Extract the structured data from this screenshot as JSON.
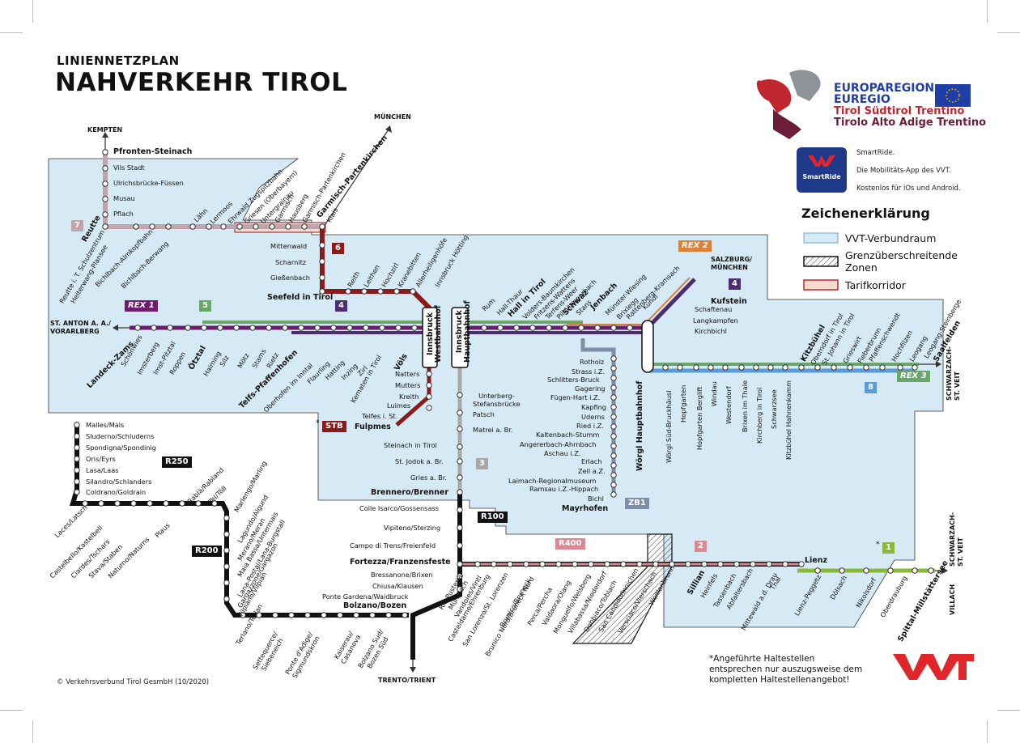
{
  "header": {
    "subtitle": "LINIENNETZPLAN",
    "title": "NAHVERKEHR TIROL"
  },
  "euregio": {
    "line1": "EUROPAREGION",
    "line2": "EUREGIO",
    "line3": "Tirol Südtirol Trentino",
    "line4": "Tirolo Alto Adige Trentino"
  },
  "smartride": {
    "app_name": "SmartRide",
    "line1": "SmartRide.",
    "line2": "Die Mobilitäts-App des VVT.",
    "line3": "Kostenlos für iOs und Android."
  },
  "legend": {
    "title": "Zeichenerklärung",
    "items": [
      {
        "label": "VVT-Verbundraum",
        "color": "#d6eaf5"
      },
      {
        "label": "Grenzüberschreitende Zonen",
        "color": "#ffffff"
      },
      {
        "label": "Tarifkorridor",
        "color": "#f6d9cf"
      }
    ],
    "item2_line1": "Grenzüberschreitende",
    "item2_line2": "Zonen"
  },
  "colors": {
    "verbund": "#d6eaf5",
    "rex": "#6b1d6b",
    "s5": "#6aa66a",
    "s4": "#4b2d70",
    "s6": "#8b1a1a",
    "s7": "#bfa3ad",
    "s3": "#a7a7a7",
    "s1": "#8ab83a",
    "s2": "#d88a94",
    "s8": "#5b9bd5",
    "rex2": "#d9823b",
    "zb1": "#7d8fa6",
    "rail_black": "#111111"
  },
  "directions": {
    "kempten": "KEMPTEN",
    "muenchen": "MÜNCHEN",
    "salzburg": "SALZBURG/\nMÜNCHEN",
    "st_anton": "ST. ANTON A. A./\nVORARLBERG",
    "schwarzach_top": "SCHWARZACH-\nST. VEIT",
    "schwarzach_bottom": "SCHWARZACH-\nST. VEIT",
    "villach": "VILLACH",
    "trento": "TRENTO/TRIENT"
  },
  "lines": {
    "rex1": "REX 1",
    "s5": "5",
    "s4a": "4",
    "s4b": "4",
    "s6": "6",
    "s7": "7",
    "rex2": "REX 2",
    "s3": "3",
    "rex3": "REX 3",
    "s8": "8",
    "s2": "2",
    "s1": "1",
    "zb1": "ZB1",
    "stb": "STB",
    "r250": "R250",
    "r200": "R200",
    "r100": "R100",
    "r400": "R400",
    "asterisk_stb": "*",
    "asterisk_s1": "*"
  },
  "stations": {
    "pfronten": "Pfronten-Steinach",
    "vils": "Vils Stadt",
    "ulrichsbruecke": "Ulrichsbrücke-Füssen",
    "musau": "Musau",
    "pflach": "Pflach",
    "reutte": "Reutte",
    "reutte_schulz": "Reutte i. T. Schulzentrum",
    "heiterwang": "Heiterwang-Plansee",
    "bichlbach_alm": "Bichlbach-Almkopfbahn",
    "bichlbach_berwang": "Bichlbach-Berwang",
    "laehn": "Lähn",
    "lermoos": "Lermoos",
    "ehrwald": "Ehrwald Zugspitzbahn",
    "griesen": "Griesen (Oberbayern)",
    "untergrainau": "Untergrainau",
    "garmisch": "Garmisch",
    "hausberg": "Hausberg",
    "gp_kirchen": "Garmisch-Partenkirchen",
    "gp_main": "Garmisch-Partenkirchen",
    "klais": "Klais",
    "mittenwald": "Mittenwald",
    "scharnitz": "Scharnitz",
    "giessenbach": "Gießenbach",
    "seefeld": "Seefeld in Tirol",
    "reith": "Reith",
    "leithen": "Leithen",
    "hochzirl": "Hochzirl",
    "kranebitten": "Kranebitten",
    "allerheiligenhoefe": "Allerheiligenhöfe",
    "ibk_hoetting": "Innsbruck Hötting",
    "ibk_west": "Innsbruck\nWestbahnhof",
    "ibk_hbf": "Innsbruck\nHauptbahnhof",
    "landeck": "Landeck-Zams",
    "schoenwies": "Schönwies",
    "imsterberg": "Imsterberg",
    "imst": "Imst-Pitztal",
    "roppen": "Roppen",
    "oetztal": "Ötztal",
    "haiming": "Haiming",
    "silz": "Silz",
    "moetz": "Mötz",
    "stams": "Stams",
    "rietz": "Rietz",
    "telfs": "Telfs-Pfaffenhofen",
    "oberhofen": "Oberhofen im Inntal",
    "flaurling": "Flaurling",
    "hatting": "Hatting",
    "inzing": "Inzing",
    "zirl": "Zirl",
    "kematen": "Kematen in Tirol",
    "voels": "Völs",
    "natters": "Natters",
    "mutters": "Mutters",
    "kreith": "Kreith",
    "luimes": "Luimes",
    "telfes": "Telfes i. St.",
    "fulpmes": "Fulpmes",
    "unterberg": "Unterberg-\nStefansbrücke",
    "patsch": "Patsch",
    "matrei": "Matrei a. Br.",
    "steinach": "Steinach in Tirol",
    "st_jodok": "St. Jodok a. Br.",
    "gries": "Gries a. Br.",
    "brennero": "Brennero/Brenner",
    "rum": "Rum",
    "hall_thaur": "Hall-Thaur",
    "hall": "Hall in Tirol",
    "volders": "Volders-Baumkirchen",
    "fritzens": "Fritzens-Wattens",
    "terfens": "Terfens-Weer",
    "pill": "Pill-Vomperbach",
    "schwaz": "Schwaz",
    "stans": "Stans",
    "jenbach": "Jenbach",
    "muenster": "Münster-Wiesing",
    "brixlegg": "Brixlegg",
    "rattenberg": "Rattenberg-Kramsach",
    "kundl": "Kundl",
    "kufstein": "Kufstein",
    "schaftenau": "Schaftenau",
    "langkampfen": "Langkampfen",
    "kirchbichl": "Kirchbichl",
    "rotholz": "Rotholz",
    "strass": "Strass i.Z.",
    "schlitters": "Schlitters-Bruck",
    "gagering": "Gagering",
    "fuegen": "Fügen-Hart i.Z.",
    "kapfing": "Kapfing",
    "uderns": "Uderns",
    "ried": "Ried i.Z.",
    "kaltenbach": "Kaltenbach-Stumm",
    "angererbach": "Angererbach-Ahrnbach",
    "aschau": "Aschau i.Z.",
    "erlach": "Erlach",
    "zell": "Zell a.Z.",
    "laimach": "Laimach-Regionalmuseum",
    "ramsau": "Ramsau i.Z.-Hippach",
    "bichl": "Bichl",
    "mayrhofen": "Mayrhofen",
    "woergl": "Wörgl Hauptbahnhof",
    "woergl_sued": "Wörgl Süd-Bruckhäusl",
    "hopfgarten": "Hopfgarten",
    "hopfgarten_berglift": "Hopfgarten Berglift",
    "windau": "Windau",
    "westendorf": "Westendorf",
    "brixen": "Brixen im Thale",
    "kirchberg": "Kirchberg in Tirol",
    "schwarzsee": "Schwarzsee",
    "kitz_hahnenkamm": "Kitzbühel Hahnenkamm",
    "kitzbuehel": "Kitzbühel",
    "oberndorf": "Oberndorf in Tirol",
    "st_johann": "St. Johann in Tirol",
    "grieswirt": "Grieswirt",
    "fieberbrunn": "Fieberbrunn",
    "pfaffenschwendt": "Pfaffenschwendt",
    "hochfilzen": "Hochfilzen",
    "leogang": "Leogang",
    "leogang_steinberge": "Leogang-Steinberge",
    "saalfelden": "Saalfelden",
    "malles": "Malles/Mals",
    "sluderno": "Sluderno/Schluderns",
    "spondigna": "Spondigna/Spondinig",
    "oris": "Oris/Eyrs",
    "lasa": "Lasa/Laas",
    "silandro": "Silandro/Schlanders",
    "coldrano": "Coldrano/Goldrain",
    "laces": "Laces/Latsch",
    "castelbello": "Castelbello/Kastelbell",
    "ciardes": "Ciardes/Tschars",
    "stava": "Stava/Staben",
    "naturno": "Naturno/Naturns",
    "plaus": "Plaus",
    "rabla": "Rablà/Rabland",
    "tel": "Tel/Töll",
    "marlengo": "Marlengo/Marling",
    "lagundo": "Lagundo/Algund",
    "merano": "Merano/Meran",
    "maia_bassa": "Maia Bassa/Untermais",
    "lana": "Lana-Postal/Lana-Burgstall",
    "gargazzone": "Gargazzone/Gargazon",
    "vilpiano": "Vilpiano/Vilpian",
    "terlano": "Terlano/Terlan",
    "settequerce": "Settequerce/\nSiebeneich",
    "ponte_adige": "Ponte d'Adige/\nSigmundskron",
    "kaiserau": "Kaiserau/\nCasanova",
    "bolzano_sud": "Bolzano Sud/\nBozen Süd",
    "bolzano": "Bolzano/Bozen",
    "colle": "Colle Isarco/Gossensass",
    "vipiteno": "Vipiteno/Sterzing",
    "campo": "Campo di Trens/Freienfeld",
    "fortezza": "Fortezza/Franzensfeste",
    "bressanone": "Bressanone/Brixen",
    "chiusa": "Chiusa/Klausen",
    "ponte_gardena": "Ponte Gardena/Waidbruck",
    "rio_pusteria": "Rio Pusteria/\nMühlbach",
    "vandoies": "Vandoies/Vintl",
    "casteldarne": "Casteldarne/Ehrenburg",
    "san_lorenzo": "San Lorenzo/St. Lorenzen",
    "brunico": "Brunico/Bruneck",
    "brunico_nord": "Brunico Nord/Bruneck Nord",
    "perca": "Perca/Percha",
    "valdaora": "Valdaora/Olang",
    "monguelfo": "Monguelfo/Welsberg",
    "villabassa": "Villabassa/Niederdorf",
    "dobbiaco": "Dobbiaco/Toblach",
    "san_candido": "San Candido/Innichen",
    "versciaco": "Versciaco/Vierschach",
    "weitlanbrunn": "Weitlanbrunn",
    "sillian": "Sillian",
    "heinfels": "Heinfels",
    "tassenbach": "Tassenbach",
    "abfaltersbach": "Abfaltersbach",
    "mittewald": "Mittewald a.d. Drau",
    "thal": "Thal",
    "lienz": "Lienz",
    "lienz_peggetz": "Lienz-Peggetz",
    "doelsach": "Dölsach",
    "nikolsdorf": "Nikolsdorf",
    "oberdrauburg": "Oberdrauburg",
    "spittal": "Spittal-Millstättersee"
  },
  "footnote": {
    "line1": "*Angeführte Haltestellen",
    "line2": "entsprechen nur auszugsweise dem",
    "line3": "kompletten Haltestellenangebot!"
  },
  "copyright": "© Verkehrsverbund Tirol GesmbH (10/2020)",
  "brand": "VVT"
}
